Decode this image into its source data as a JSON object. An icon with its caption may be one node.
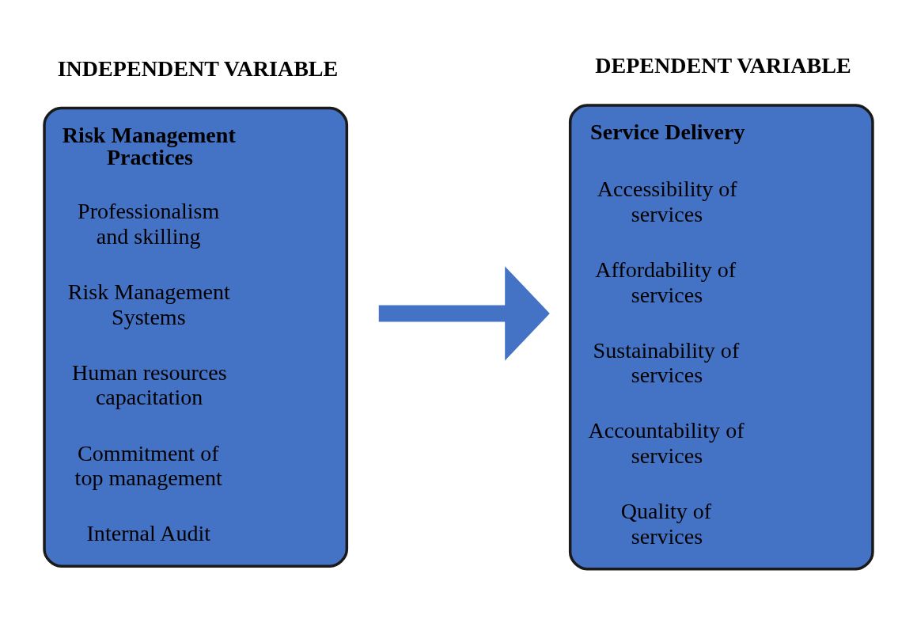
{
  "diagram": {
    "nodes": [
      {
        "text": [
          "INDEPENDENT VARIABLE",
          "Risk Management Practices",
          "Professionalism and skilling",
          "Risk Management Systems",
          "Human resources capacitation",
          "Commitment of top management",
          "Internal Audit"
        ]
      },
      {
        "text": [
          "DEPENDENT VARIABLE",
          "Service Delivery",
          "Accessibility of services",
          "Affordability of services",
          "Sustainability of services",
          "Accountability of services",
          "Quality of services"
        ]
      }
    ],
    "edges": [
      {
        "from": 0,
        "to": 1,
        "arrow": "to"
      }
    ]
  }
}
